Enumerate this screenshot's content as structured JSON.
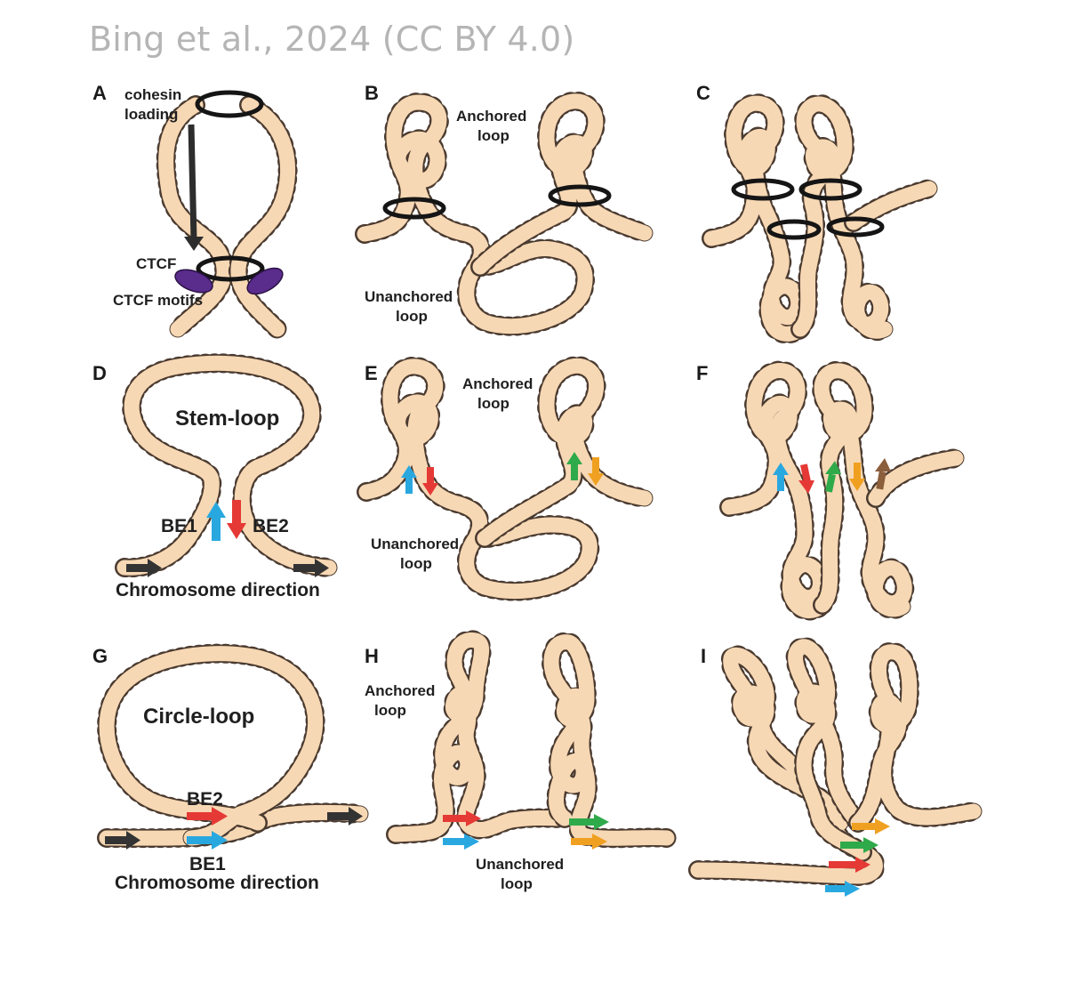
{
  "credit": "Bing et al., 2024 (CC BY 4.0)",
  "panels": {
    "A": {
      "letter": "A",
      "cohesin_line1": "cohesin",
      "cohesin_line2": "loading",
      "ctcf": "CTCF",
      "motifs": "CTCF motifs"
    },
    "B": {
      "letter": "B",
      "anchored_line1": "Anchored",
      "anchored_line2": "loop",
      "unanchored_line1": "Unanchored",
      "unanchored_line2": "loop"
    },
    "C": {
      "letter": "C"
    },
    "D": {
      "letter": "D",
      "title": "Stem-loop",
      "be1": "BE1",
      "be2": "BE2",
      "direction": "Chromosome direction"
    },
    "E": {
      "letter": "E",
      "anchored_line1": "Anchored",
      "anchored_line2": "loop",
      "unanchored_line1": "Unanchored",
      "unanchored_line2": "loop"
    },
    "F": {
      "letter": "F"
    },
    "G": {
      "letter": "G",
      "title": "Circle-loop",
      "be1": "BE1",
      "be2": "BE2",
      "direction": "Chromosome direction"
    },
    "H": {
      "letter": "H",
      "anchored_line1": "Anchored",
      "anchored_line2": "loop",
      "unanchored_line1": "Unanchored",
      "unanchored_line2": "loop"
    },
    "I": {
      "letter": "I"
    }
  },
  "colors": {
    "fiber_fill": "#f7d8b4",
    "fiber_outline": "#4b3b30",
    "be_blue": "#29a8e0",
    "be_red": "#e53935",
    "be_green": "#2faa4a",
    "be_orange": "#f0a020",
    "be_brown": "#8b5e3c",
    "direction_arrow": "#333333",
    "ctcf": "#5a2c8c"
  }
}
